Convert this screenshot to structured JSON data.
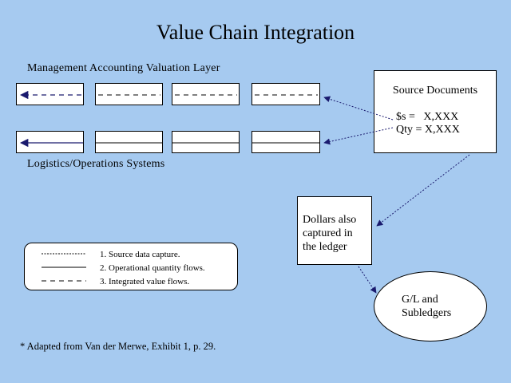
{
  "title": "Value Chain Integration",
  "valuation_layer_label": "Management Accounting Valuation Layer",
  "operations_label": "Logistics/Operations Systems",
  "source_documents": {
    "title": "Source Documents",
    "dollars_line": "$s =   X,XXX",
    "qty_line": "Qty = X,XXX"
  },
  "ledger_box": {
    "line1": "Dollars also",
    "line2": "captured in",
    "line3": "the ledger"
  },
  "gl_ellipse": {
    "line1": "G/L and",
    "line2": "Subledgers"
  },
  "legend": {
    "items": [
      {
        "text": "1.  Source data capture."
      },
      {
        "text": "2.  Operational quantity flows."
      },
      {
        "text": "3.  Integrated value flows."
      }
    ]
  },
  "footnote": "* Adapted from Van der Merwe, Exhibit 1, p. 29.",
  "colors": {
    "background": "#a6caf0",
    "arrow": "#1a1a6e"
  }
}
